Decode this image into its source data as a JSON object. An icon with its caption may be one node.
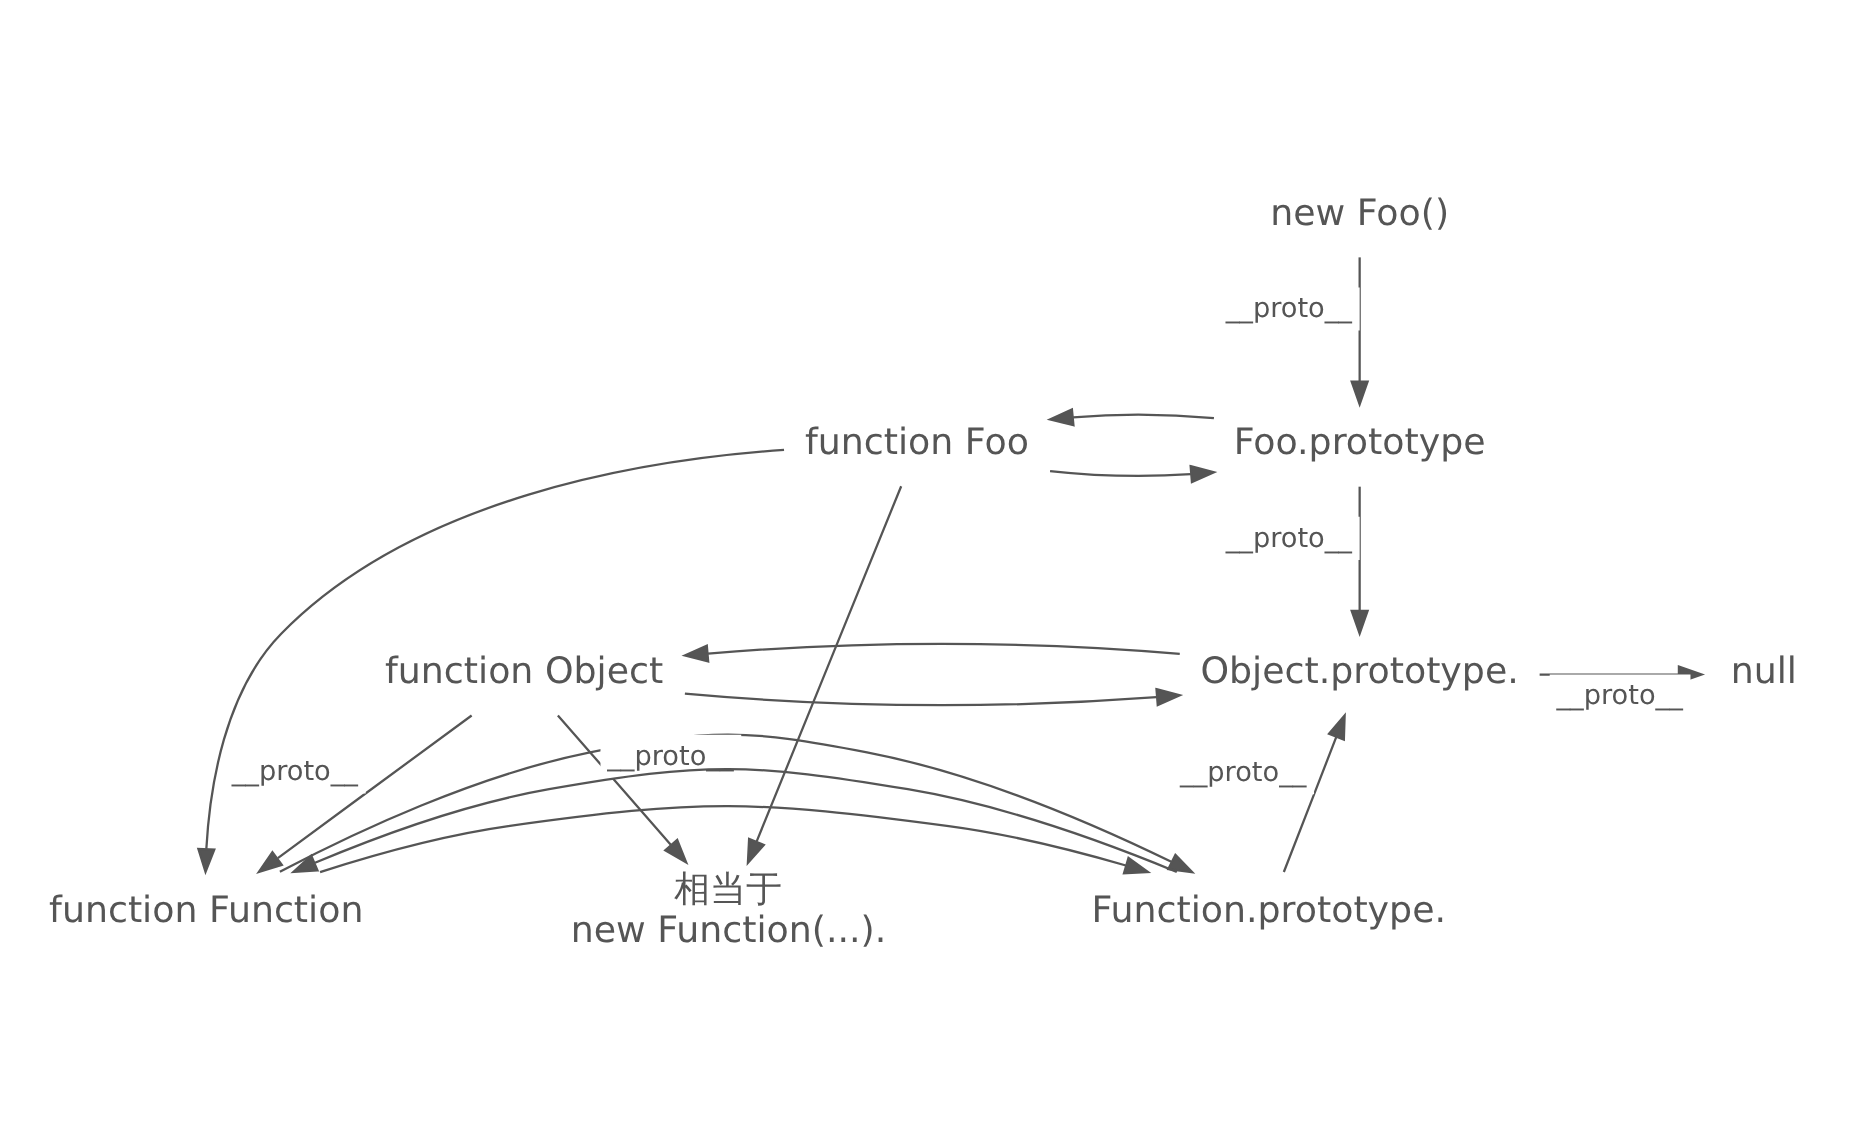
{
  "diagram": {
    "nodes": [
      {
        "text": [
          "new Foo()"
        ]
      },
      {
        "text": [
          "function Foo"
        ]
      },
      {
        "text": [
          "Foo.prototype"
        ]
      },
      {
        "text": [
          "function Object"
        ]
      },
      {
        "text": [
          "Object.prototype."
        ]
      },
      {
        "text": [
          "null"
        ]
      },
      {
        "text": [
          "相当于",
          "new Function(...)."
        ]
      },
      {
        "text": [
          "function Function"
        ]
      },
      {
        "text": [
          "Function.prototype."
        ]
      }
    ],
    "edges": [
      {
        "from": 0,
        "to": 2,
        "arrow": "to",
        "label": "__proto__"
      },
      {
        "from": 1,
        "to": 2,
        "arrow": "to"
      },
      {
        "from": 2,
        "to": 1,
        "arrow": "to"
      },
      {
        "from": 2,
        "to": 4,
        "arrow": "to",
        "label": "__proto__"
      },
      {
        "from": 3,
        "to": 4,
        "arrow": "to"
      },
      {
        "from": 4,
        "to": 3,
        "arrow": "to"
      },
      {
        "from": 4,
        "to": 5,
        "arrow": "to",
        "label": "__proto__"
      },
      {
        "from": 1,
        "to": 7,
        "arrow": "to"
      },
      {
        "from": 3,
        "to": 7,
        "arrow": "to",
        "label": "__proto__"
      },
      {
        "from": 1,
        "to": 6,
        "arrow": "to"
      },
      {
        "from": 3,
        "to": 6,
        "arrow": "to"
      },
      {
        "from": 7,
        "to": 8,
        "arrow": "to"
      },
      {
        "from": 8,
        "to": 7,
        "arrow": "to"
      },
      {
        "from": 8,
        "to": 4,
        "arrow": "to",
        "label": "__proto__"
      },
      {
        "from": 7,
        "to": 8,
        "arrow": "to",
        "label": "__proto__"
      }
    ]
  }
}
